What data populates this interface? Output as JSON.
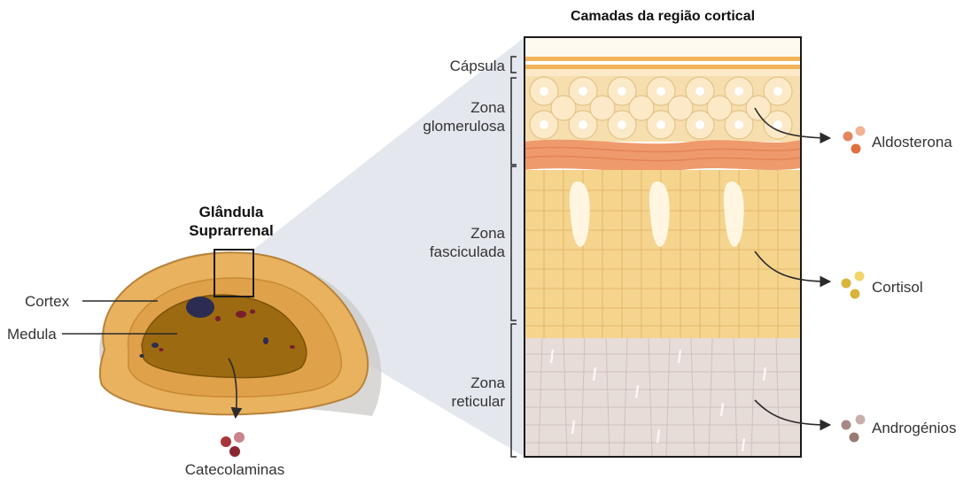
{
  "title": "Camadas da região cortical",
  "gland": {
    "title_line1": "Glândula",
    "title_line2": "Suprarrenal",
    "cortex_label": "Cortex",
    "medula_label": "Medula",
    "catecholamines_label": "Catecolaminas"
  },
  "layers": {
    "capsula": "Cápsula",
    "glomerulosa_line1": "Zona",
    "glomerulosa_line2": "glomerulosa",
    "fasciculada_line1": "Zona",
    "fasciculada_line2": "fasciculada",
    "reticular_line1": "Zona",
    "reticular_line2": "reticular"
  },
  "hormones": {
    "aldosterona": "Aldosterona",
    "cortisol": "Cortisol",
    "androgenios": "Androgénios"
  },
  "colors": {
    "capsule": "#f2b45a",
    "glomerulosa": "#f6deae",
    "glomerulosa_band": "#ef9a6c",
    "fasciculada": "#f5d48e",
    "reticular": "#e6dcd8",
    "cortex": "#e8b25e",
    "medula": "#9c6a10",
    "aldosterona_dots": "#e5865e",
    "cortisol_dots": "#d9b43a",
    "androgenios_dots": "#a88a84",
    "catecholamine_dots": "#a8343c"
  }
}
